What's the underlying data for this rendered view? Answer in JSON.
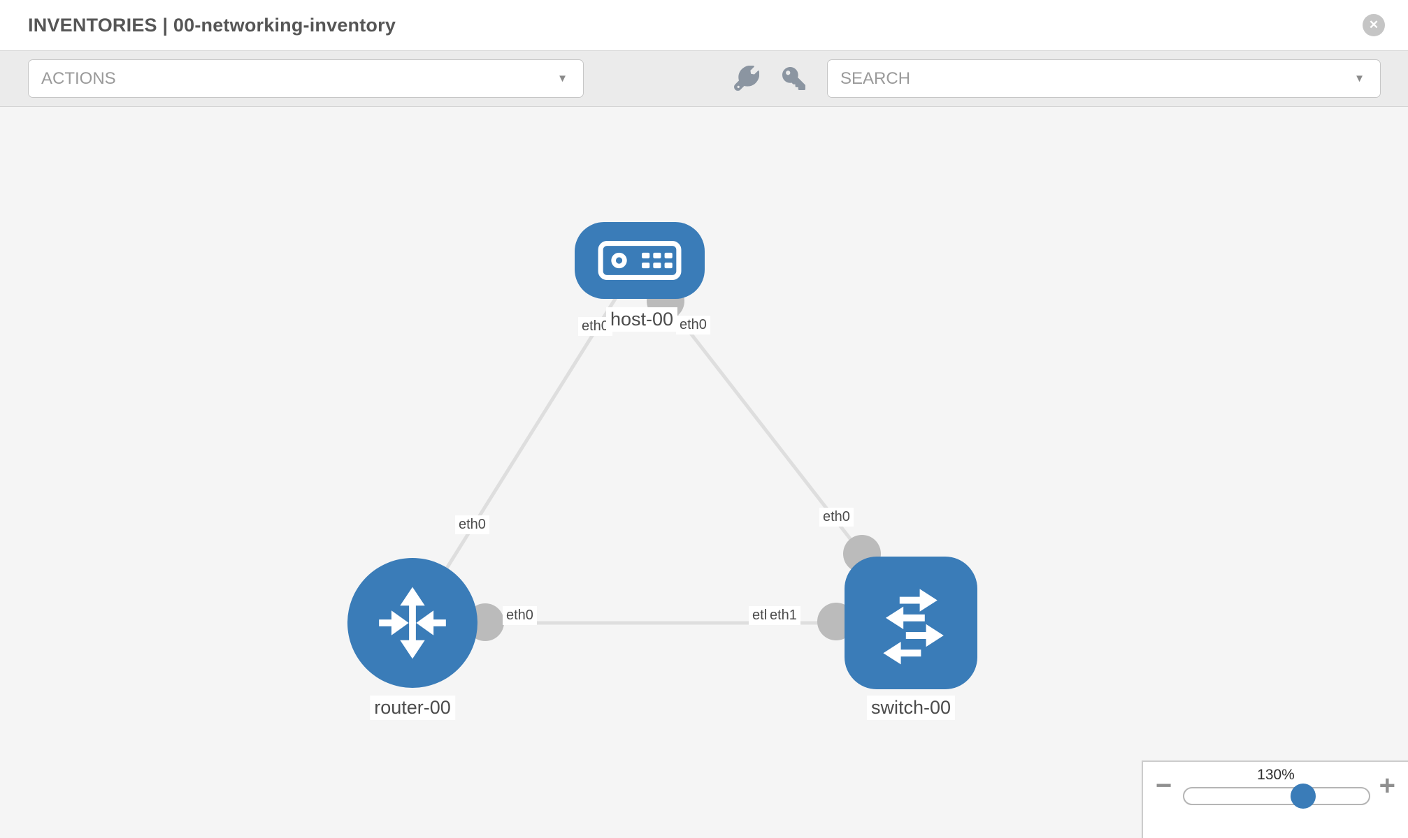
{
  "header": {
    "title": "INVENTORIES | 00-networking-inventory",
    "close_label": "✕"
  },
  "toolbar": {
    "actions": {
      "label": "ACTIONS",
      "caret": "▼"
    },
    "search": {
      "label": "SEARCH",
      "caret": "▼"
    },
    "icons": [
      "wrench-icon",
      "key-icon"
    ]
  },
  "topology": {
    "nodes": [
      {
        "label": "host-00",
        "type": "host"
      },
      {
        "label": "router-00",
        "type": "router"
      },
      {
        "label": "switch-00",
        "type": "switch"
      }
    ],
    "links": [
      {
        "from": "host-00",
        "to": "router-00"
      },
      {
        "from": "host-00",
        "to": "switch-00"
      },
      {
        "from": "router-00",
        "to": "switch-00"
      }
    ],
    "interfaces": {
      "host_left": "eth0",
      "host_right": "eth0",
      "host_router_link": "eth0",
      "host_switch_link": "eth0",
      "router_side": "eth0",
      "switch_back": "eth0",
      "switch_front": "eth1"
    }
  },
  "zoom_control": {
    "level": "130%",
    "minus_label": "−",
    "plus_label": "+"
  },
  "colors": {
    "node_blue": "#3a7cb8",
    "link_gray": "#dedede",
    "port_gray": "#bbbbbb",
    "canvas_bg": "#f5f5f5",
    "toolbar_bg": "#ebebeb",
    "icon_gray": "#8b95a1"
  }
}
